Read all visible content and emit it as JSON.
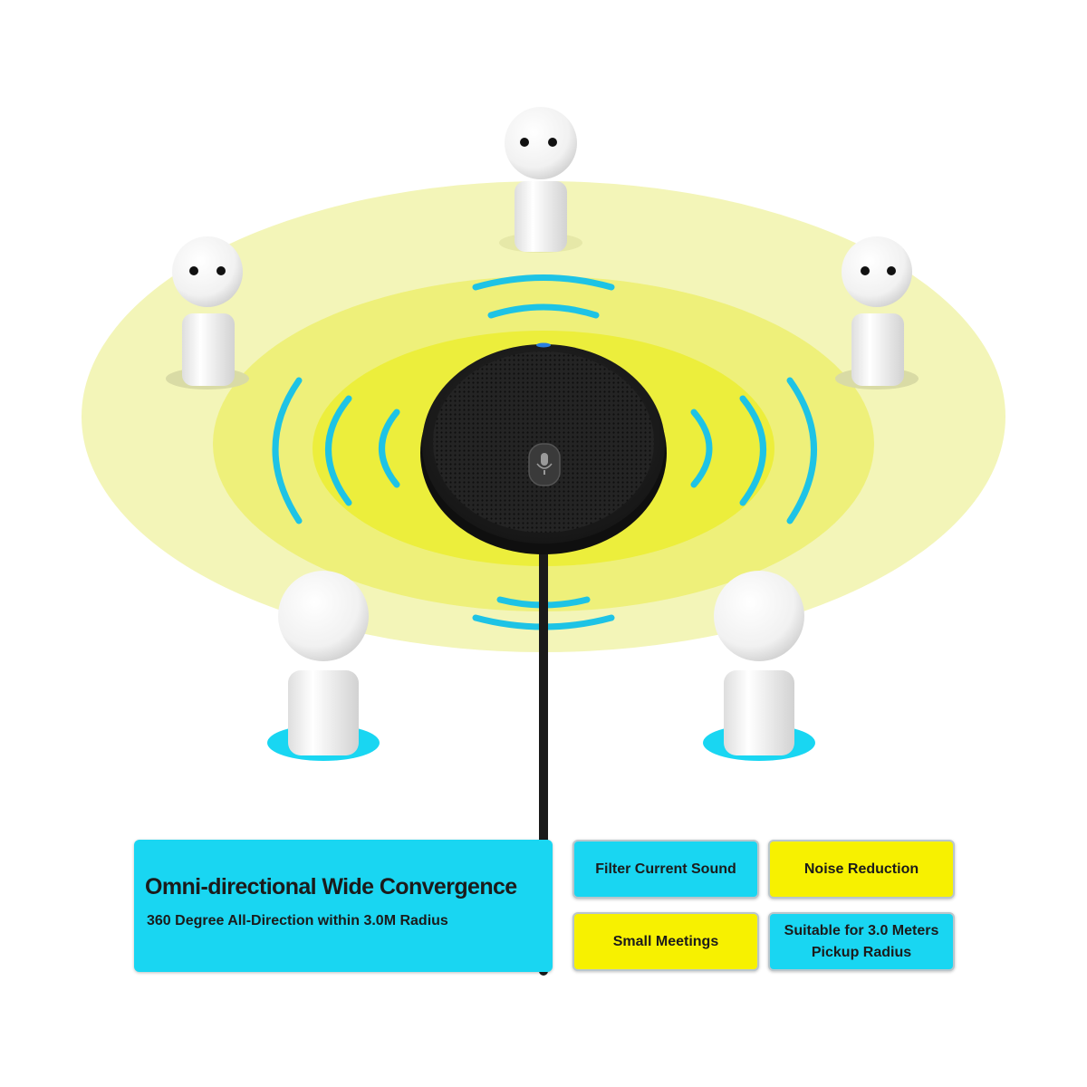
{
  "colors": {
    "cyan": "#19d6f2",
    "yellow": "#f7f100",
    "glow": "#f2f4b0",
    "wave": "#1ec3e5",
    "device": "#1c1c1c"
  },
  "main_panel": {
    "title": "Omni-directional Wide Convergence",
    "subtitle": "360 Degree All-Direction within 3.0M Radius"
  },
  "tags": [
    {
      "label": "Filter Current Sound",
      "color": "cyan"
    },
    {
      "label": "Noise Reduction",
      "color": "yellow"
    },
    {
      "label": "Small Meetings",
      "color": "yellow"
    },
    {
      "label": "Suitable for 3.0 Meters\nPickup Radius",
      "color": "cyan"
    }
  ],
  "icons": {
    "center_button": "microphone-mute-icon"
  }
}
